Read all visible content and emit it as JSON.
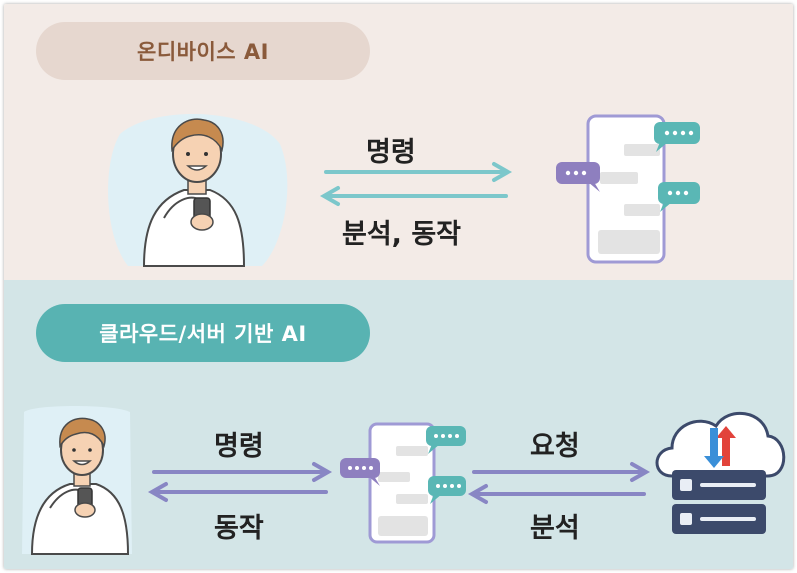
{
  "on_device": {
    "title": "온디바이스 AI",
    "command_label": "명령",
    "response_label": "분석, 동작"
  },
  "cloud": {
    "title": "클라우드/서버 기반 AI",
    "command_label": "명령",
    "action_label": "동작",
    "request_label": "요청",
    "analysis_label": "분석"
  },
  "colors": {
    "top_background": "#f3ebe7",
    "bottom_background": "#d3e5e7",
    "teal_arrow": "#7cc7cb",
    "purple_arrow": "#8886c4"
  }
}
